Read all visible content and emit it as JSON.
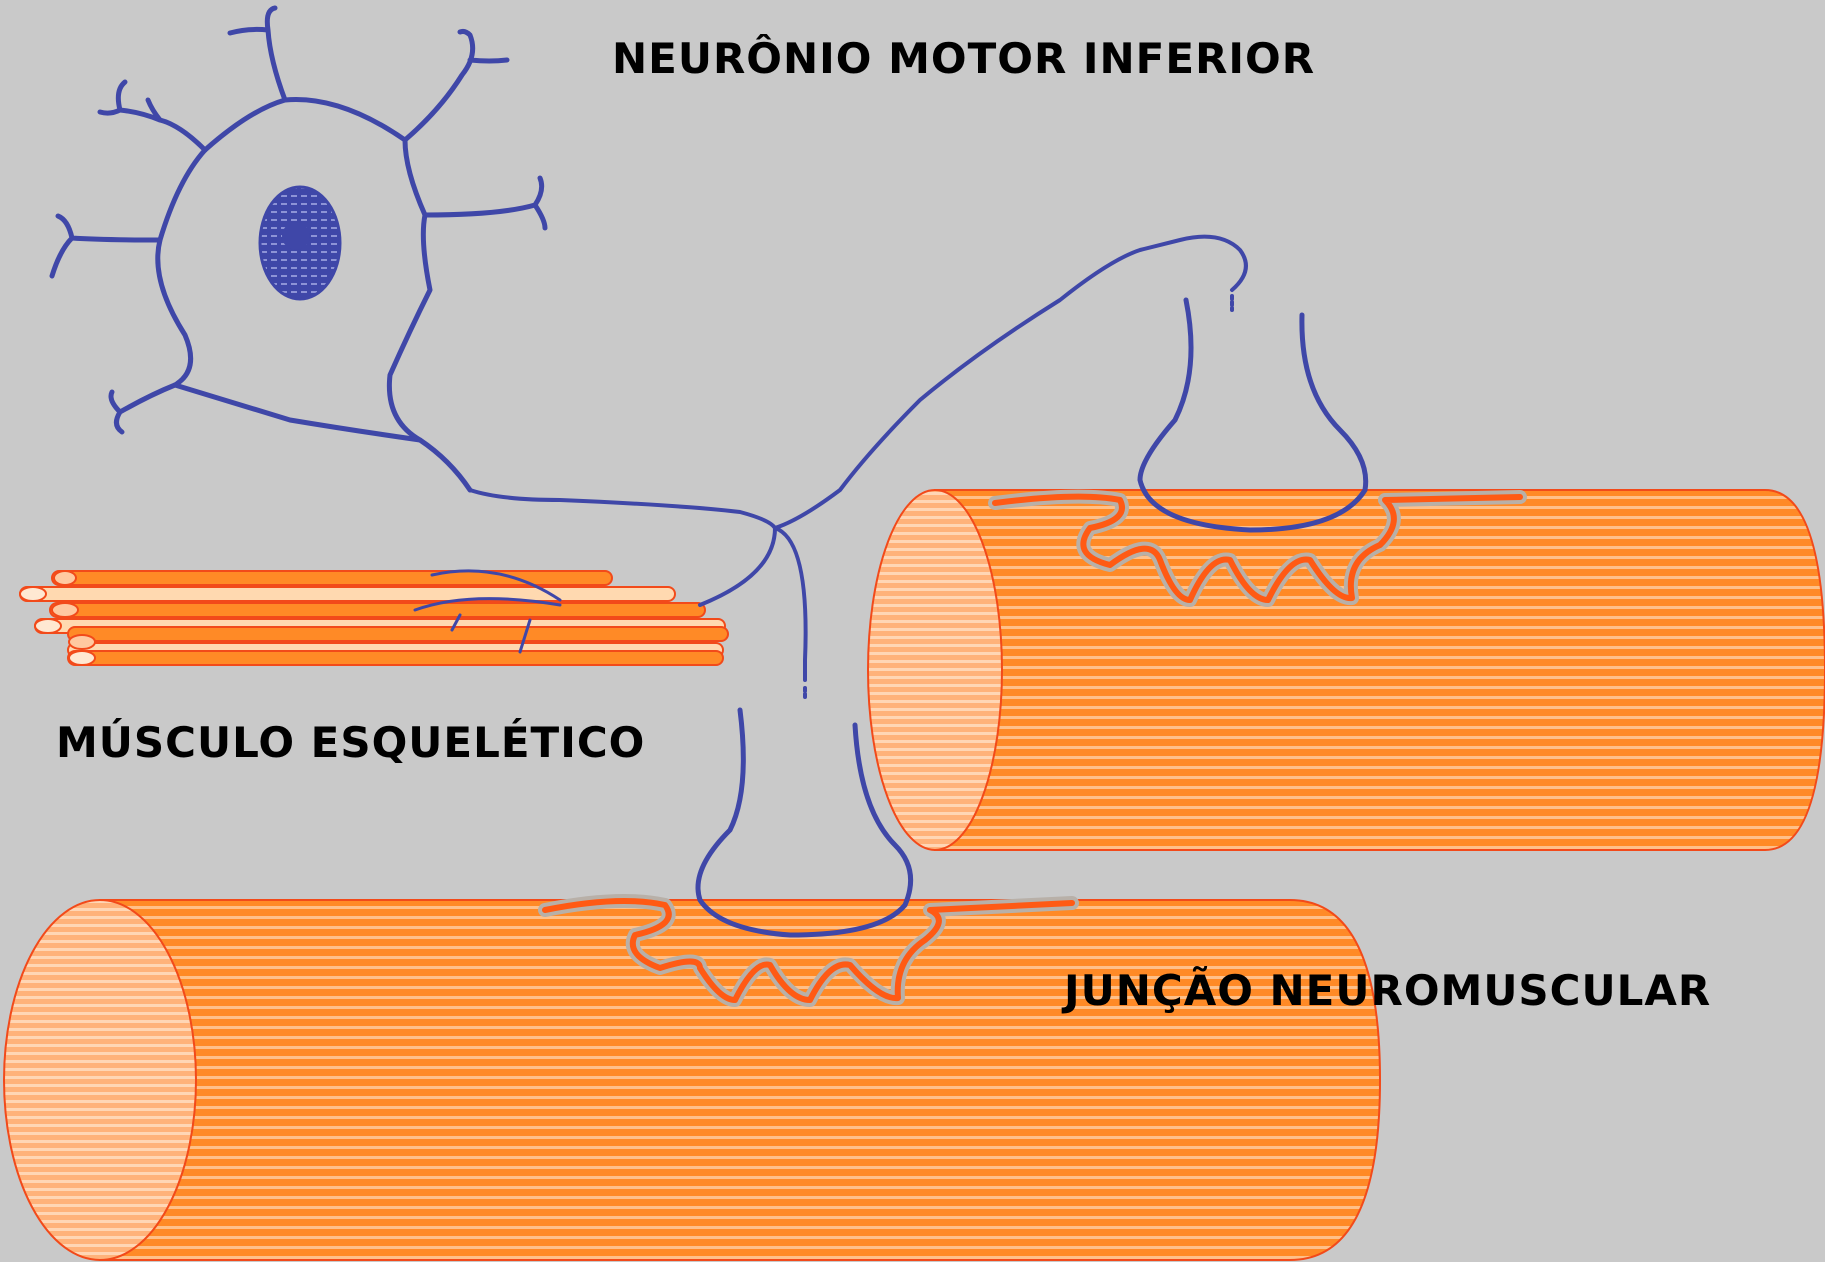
{
  "labels": {
    "neuron": "NEURÔNIO MOTOR INFERIOR",
    "muscle": "MÚSCULO ESQUELÉTICO",
    "junction": "JUNÇÃO NEUROMUSCULAR"
  },
  "colors": {
    "background": "#c9c9c9",
    "neuron": "#3f47a8",
    "muscle_fill": "#ff8a26",
    "muscle_stripe": "#ffc089",
    "muscle_outline": "#f24a1a",
    "muscle_end": "#ffb27a",
    "synapse_membrane": "#ff5a14",
    "synapse_halo": "#b8b0a8"
  }
}
